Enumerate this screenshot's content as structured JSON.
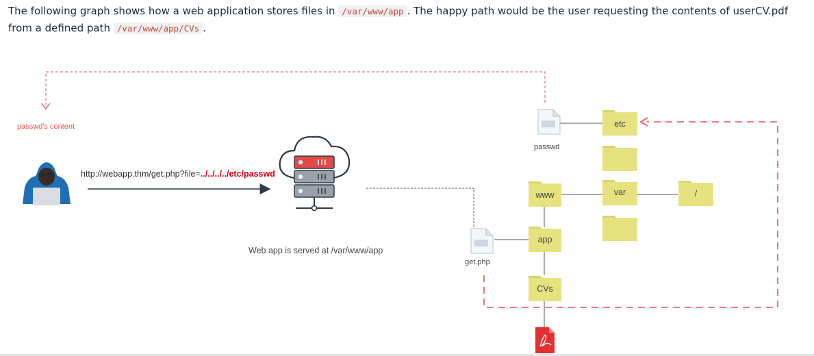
{
  "intro": {
    "part1": "The following graph shows how a web application stores files in ",
    "code1": "/var/www/app",
    "part2": ". The happy path would be the user requesting the contents of userCV.pdf from a defined path ",
    "code2": "/var/www/app/CVs",
    "part3": "."
  },
  "diagram": {
    "passwd_content_label": "passwd's content",
    "url_prefix": "http://webapp.thm/get.php?file=",
    "url_payload": "../../../../etc/passwd",
    "server_caption": "Web app is served at /var/www/app",
    "files": {
      "passwd": "passwd",
      "getphp": "get.php"
    },
    "folders": {
      "etc": "etc",
      "www": "www",
      "var": "var",
      "root": "/",
      "app": "app",
      "cvs": "CVs"
    }
  },
  "colors": {
    "folder": "#e6e27f",
    "folder_tab": "#d9d46a",
    "dashed_red": "#e25555",
    "arrow_dark": "#2f3a46",
    "payload_red": "#d0021b",
    "hood": "#1f6fb5",
    "server_red": "#e14a4a",
    "pdf_red": "#e2312f"
  },
  "icons": [
    "hacker-icon",
    "cloud-server-icon",
    "file-icon",
    "pdf-icon",
    "folder-icon"
  ]
}
